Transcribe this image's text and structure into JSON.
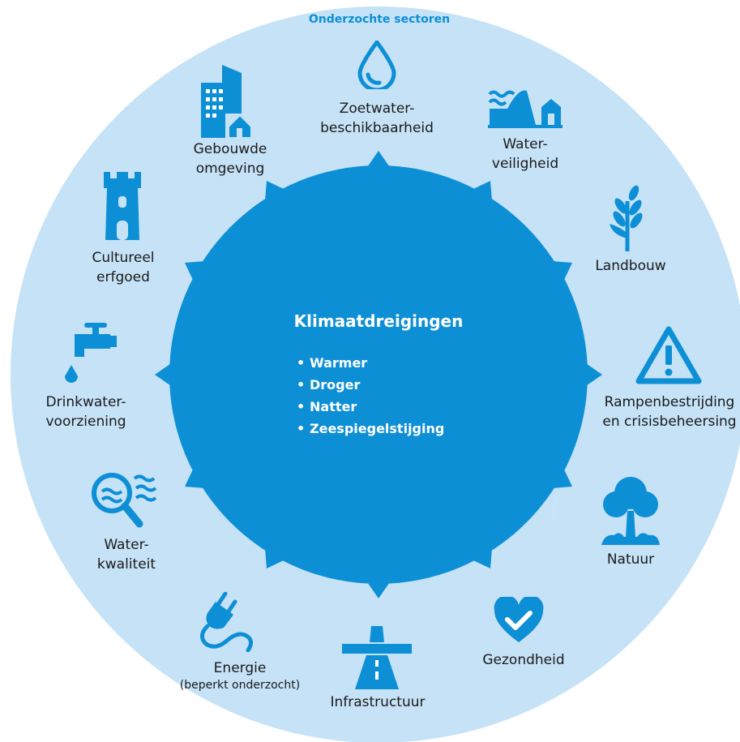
{
  "outer_title": "Onderzochte sectoren",
  "center": {
    "title": "Klimaatdreigingen",
    "threats": [
      "Warmer",
      "Droger",
      "Natter",
      "Zeespiegelstijging"
    ]
  },
  "watermark": "pbl.nl",
  "sectors": [
    {
      "id": "zoetwater",
      "icon": "water-drop-icon",
      "lines": [
        "Zoetwater-",
        "beschikbaarheid"
      ]
    },
    {
      "id": "waterveiligheid",
      "icon": "dike-house-icon",
      "lines": [
        "Water-",
        "veiligheid"
      ]
    },
    {
      "id": "landbouw",
      "icon": "wheat-icon",
      "lines": [
        "Landbouw"
      ]
    },
    {
      "id": "rampen",
      "icon": "warning-triangle-icon",
      "lines": [
        "Rampenbestrijding",
        "en crisisbeheersing"
      ]
    },
    {
      "id": "natuur",
      "icon": "tree-icon",
      "lines": [
        "Natuur"
      ]
    },
    {
      "id": "gezondheid",
      "icon": "heart-check-icon",
      "lines": [
        "Gezondheid"
      ]
    },
    {
      "id": "infrastructuur",
      "icon": "highway-icon",
      "lines": [
        "Infrastructuur"
      ]
    },
    {
      "id": "energie",
      "icon": "plug-icon",
      "lines": [
        "Energie",
        "(beperkt onderzocht)"
      ]
    },
    {
      "id": "waterkwaliteit",
      "icon": "magnifier-water-icon",
      "lines": [
        "Water-",
        "kwaliteit"
      ]
    },
    {
      "id": "drinkwater",
      "icon": "faucet-icon",
      "lines": [
        "Drinkwater-",
        "voorziening"
      ]
    },
    {
      "id": "cultureel",
      "icon": "tower-icon",
      "lines": [
        "Cultureel",
        "erfgoed"
      ]
    },
    {
      "id": "gebouwde",
      "icon": "buildings-icon",
      "lines": [
        "Gebouwde",
        "omgeving"
      ]
    }
  ],
  "colors": {
    "outer_ring": "#c5e2f7",
    "inner_circle": "#0d8fd6",
    "icon": "#0d8fd6",
    "label": "#1a1a1a",
    "white": "#ffffff"
  }
}
